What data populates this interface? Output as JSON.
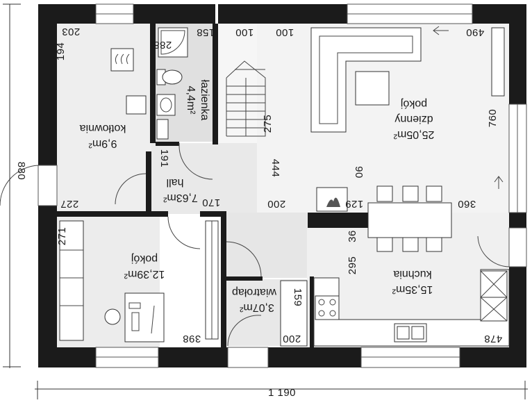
{
  "overall_width": "1 190",
  "overall_height": "880",
  "rooms": {
    "kotlownia": {
      "name": "kotłownia",
      "area": "9,9m²"
    },
    "lazienka": {
      "name": "łazienka",
      "area": "4,4m²"
    },
    "pokoj_dzienny": {
      "name_line1": "pokój",
      "name_line2": "dzienny",
      "area": "25,05m²"
    },
    "hall": {
      "name": "hall",
      "area": "7,63m²"
    },
    "pokoj": {
      "name": "pokój",
      "area": "12,39m²"
    },
    "wiatrolap": {
      "name": "wiatrołap",
      "area": "3,07m²"
    },
    "kuchnia": {
      "name": "kuchnia",
      "area": "15,35m²"
    }
  },
  "dims": {
    "d203": "203",
    "d194": "194",
    "d158": "158",
    "d100a": "100",
    "d100b": "100",
    "d490": "490",
    "d288": "288",
    "d275": "275",
    "d760": "760",
    "d191": "191",
    "d444": "444",
    "d90": "90",
    "d227": "227",
    "d170": "170",
    "d200a": "200",
    "d129": "129",
    "d360": "360",
    "d271": "271",
    "d36": "36",
    "d295": "295",
    "d159": "159",
    "d398": "398",
    "d200b": "200",
    "d478": "478"
  }
}
